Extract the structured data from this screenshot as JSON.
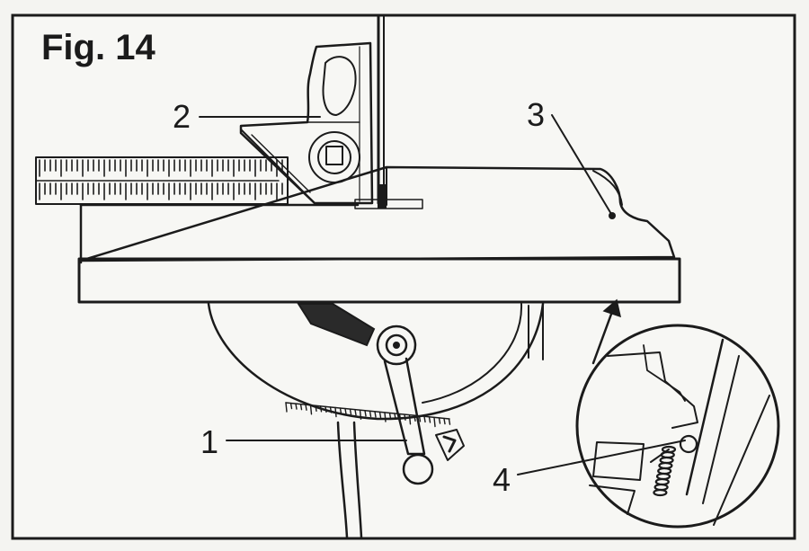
{
  "figure": {
    "title": "Fig. 14",
    "callouts": [
      {
        "id": "1",
        "label": "1"
      },
      {
        "id": "2",
        "label": "2"
      },
      {
        "id": "3",
        "label": "3"
      },
      {
        "id": "4",
        "label": "4"
      }
    ]
  },
  "colors": {
    "ink": "#1b1b1b",
    "paper": "#f4f4f1"
  }
}
